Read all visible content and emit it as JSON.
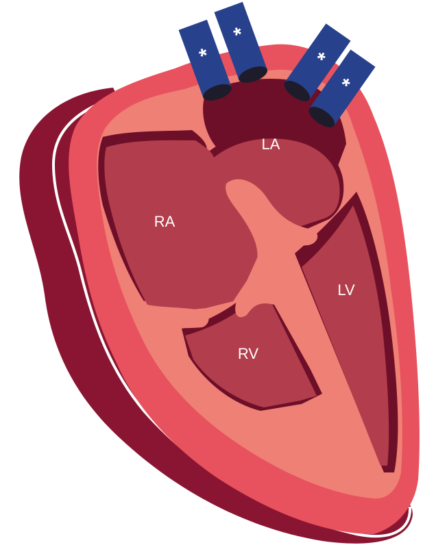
{
  "diagram": {
    "chambers": [
      {
        "id": "la",
        "label": "LA"
      },
      {
        "id": "ra",
        "label": "RA"
      },
      {
        "id": "lv",
        "label": "LV"
      },
      {
        "id": "rv",
        "label": "RV"
      }
    ],
    "vessel_markers": [
      {
        "id": "v1",
        "symbol": "*"
      },
      {
        "id": "v2",
        "symbol": "*"
      },
      {
        "id": "v3",
        "symbol": "*"
      },
      {
        "id": "v4",
        "symbol": "*"
      }
    ],
    "colors": {
      "pericardium": "#8a1532",
      "outline": "#ffffff",
      "myocardium": "#e8525e",
      "endocardium": "#ef8075",
      "chamber": "#b23d4c",
      "shadow": "#6e0f29",
      "vessel": "#27418c",
      "vessel_end": "#1e1c2a"
    }
  }
}
